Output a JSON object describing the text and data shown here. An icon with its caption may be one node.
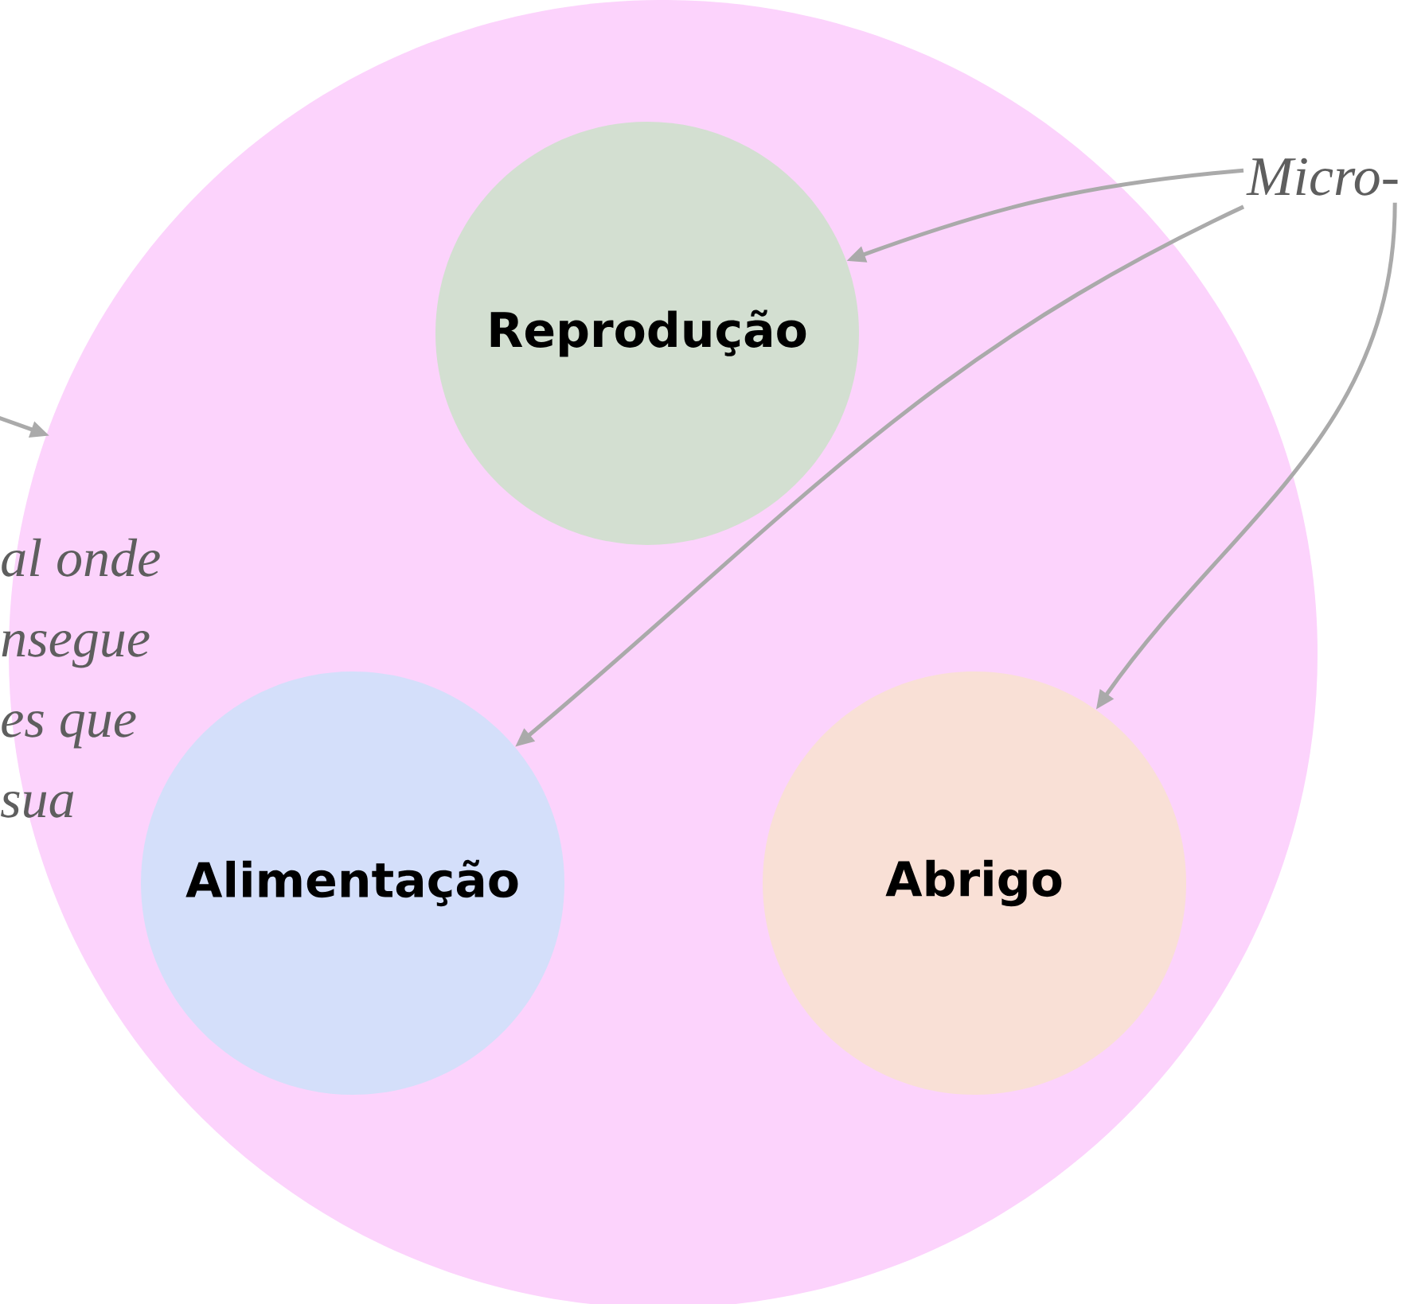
{
  "diagram": {
    "nodes": [
      {
        "text": [],
        "shape": "circle"
      },
      {
        "text": [
          "Reprodução"
        ],
        "in": 0
      },
      {
        "text": [
          "Alimentação"
        ],
        "in": 0
      },
      {
        "text": [
          "Abrigo"
        ],
        "in": 0
      },
      {
        "text": [
          "Micro-"
        ]
      }
    ],
    "edges": [
      {
        "from": null,
        "to": 0,
        "arrow": "to"
      },
      {
        "from": 4,
        "to": 1,
        "arrow": "to"
      },
      {
        "from": 4,
        "to": 2,
        "arrow": "to"
      },
      {
        "from": 4,
        "to": 3,
        "arrow": "to"
      }
    ],
    "labels": [
      "al onde",
      "nsegue",
      "es que",
      "sua"
    ]
  }
}
